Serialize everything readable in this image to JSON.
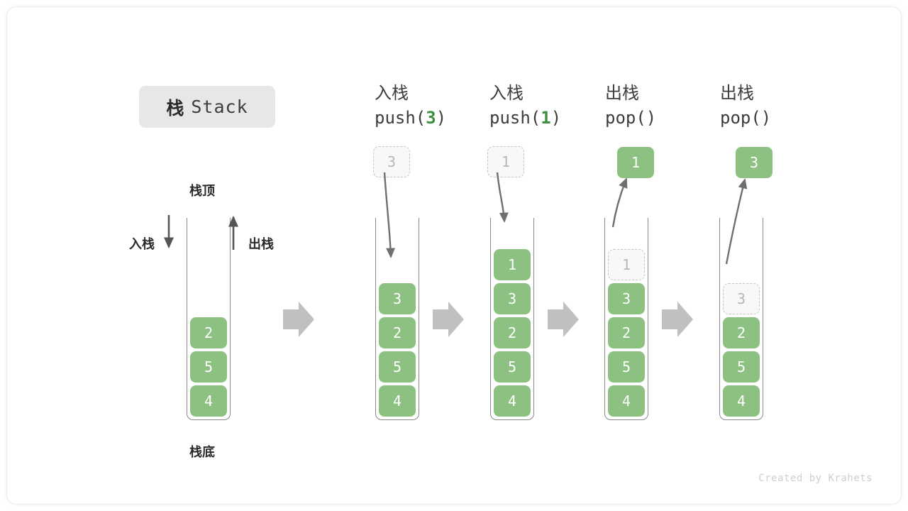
{
  "title": {
    "cn": "栈",
    "en": "Stack"
  },
  "labels": {
    "top": "栈顶",
    "bottom": "栈底",
    "push": "入栈",
    "pop": "出栈"
  },
  "credit": "Created by Krahets",
  "colors": {
    "cell_fill": "#8cc182",
    "cell_text": "#ffffff",
    "ghost_fill": "#f8f8f8",
    "ghost_border": "#c4c4c4",
    "ghost_text": "#b6b6b6",
    "arrow_gray": "#c0c0c0",
    "curve_gray": "#808080",
    "accent_green": "#3f8f41",
    "badge_bg": "#e7e7e7",
    "text_dark": "#3c3c3c"
  },
  "columns": [
    {
      "id": "initial",
      "header_cn": "",
      "header_code": "",
      "header_arg": "",
      "cells": [
        "4",
        "5",
        "2"
      ],
      "ghost_top": null,
      "float_box": null,
      "float_kind": null
    },
    {
      "id": "push3",
      "header_cn": "入栈",
      "header_code_pre": "push(",
      "header_arg": "3",
      "header_code_post": ")",
      "cells": [
        "4",
        "5",
        "2",
        "3"
      ],
      "ghost_top": null,
      "float_box": "3",
      "float_kind": "ghost"
    },
    {
      "id": "push1",
      "header_cn": "入栈",
      "header_code_pre": "push(",
      "header_arg": "1",
      "header_code_post": ")",
      "cells": [
        "4",
        "5",
        "2",
        "3",
        "1"
      ],
      "ghost_top": null,
      "float_box": "1",
      "float_kind": "ghost"
    },
    {
      "id": "pop1",
      "header_cn": "出栈",
      "header_code_pre": "pop(",
      "header_arg": "",
      "header_code_post": ")",
      "cells": [
        "4",
        "5",
        "2",
        "3"
      ],
      "ghost_top": "1",
      "float_box": "1",
      "float_kind": "filled"
    },
    {
      "id": "pop3",
      "header_cn": "出栈",
      "header_code_pre": "pop(",
      "header_arg": "",
      "header_code_post": ")",
      "cells": [
        "4",
        "5",
        "2"
      ],
      "ghost_top": "3",
      "float_box": "3",
      "float_kind": "filled"
    }
  ]
}
